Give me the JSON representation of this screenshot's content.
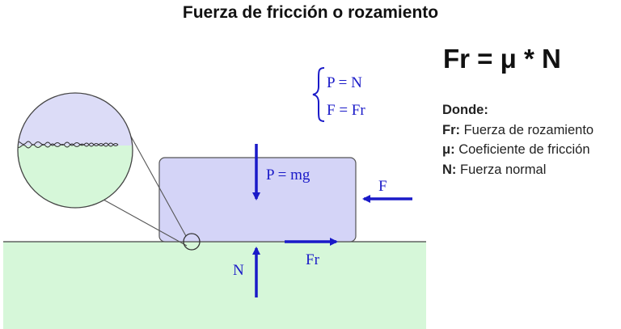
{
  "title": "Fuerza de fricción o rozamiento",
  "equilibrium": {
    "eq1": "P = N",
    "eq2": "F = Fr"
  },
  "labels": {
    "weight": "P = mg",
    "applied": "F",
    "normal": "N",
    "friction": "Fr"
  },
  "formula": "Fr = μ * N",
  "legend": {
    "heading": "Donde:",
    "items": [
      {
        "symbol": "Fr:",
        "text": "Fuerza de rozamiento"
      },
      {
        "symbol": "μ:",
        "text": "Coeficiente de fricción"
      },
      {
        "symbol": "N:",
        "text": "Fuerza normal"
      }
    ]
  },
  "colors": {
    "arrow": "#1a1ac8",
    "ground": "#d6f7d9",
    "block": "#d4d4f7",
    "magnifier_top": "#dcdcf7"
  }
}
